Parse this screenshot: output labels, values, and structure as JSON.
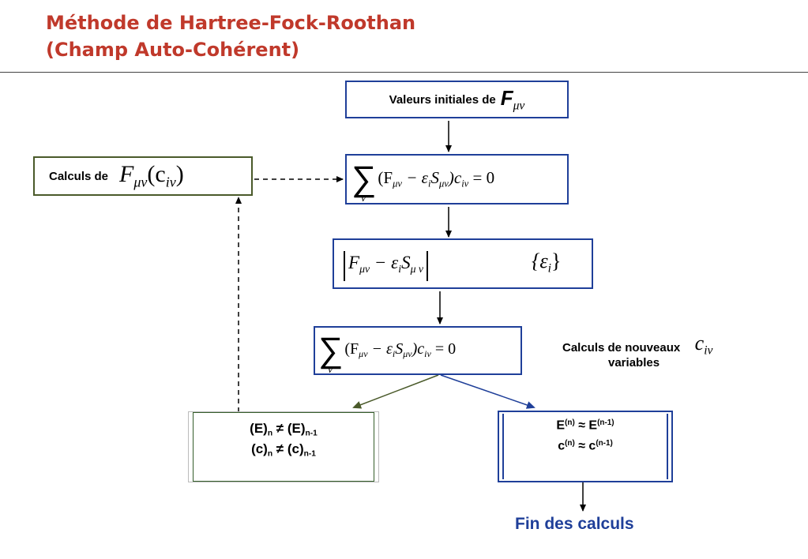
{
  "title": {
    "line1": "Méthode de Hartree-Fock-Roothan",
    "line2": "(Champ Auto-Cohérent)"
  },
  "boxes": {
    "initial_label": "Valeurs initiales de",
    "initial_symbol": "F",
    "initial_sub": "μν",
    "calc_label": "Calculs de",
    "calc_expr": "F",
    "calc_sub": "μν",
    "calc_arg": "(c",
    "calc_arg_sub": "iν",
    "calc_arg_close": ")",
    "eq1": "(F",
    "eq_sub_f": "μν",
    "eq_minus": " − ε",
    "eq_sub_i": "i",
    "eq_s": "S",
    "eq_sub_s": "μν",
    "eq_c": ")c",
    "eq_sub_c": "iν",
    "eq_end": " = 0",
    "sum_index": "ν",
    "det_f": "F",
    "det_sub_f": "μν",
    "det_minus": " − ε",
    "det_sub_i": "i",
    "det_s": "S",
    "det_sub_s": "μ ν",
    "eps_open": "{ε",
    "eps_sub": "i",
    "eps_close": "}",
    "new_calc_label": "Calculs de nouveaux",
    "new_calc_symbol": "c",
    "new_calc_sub": "iν",
    "new_calc_label2": "variables",
    "not_conv_e": "(E)",
    "not_conv_e_sub": "n",
    "neq": " ≠ ",
    "not_conv_e2": "(E)",
    "not_conv_e2_sub": "n-1",
    "not_conv_c": "(c)",
    "not_conv_c_sub": "n",
    "not_conv_c2": "(c)",
    "not_conv_c2_sub": "n-1",
    "conv_e": "E",
    "conv_e_sup": "(n)",
    "approx": " ≈ ",
    "conv_e2": "E",
    "conv_e2_sup": "(n-1)",
    "conv_c": "c",
    "conv_c_sup": "(n)",
    "conv_c2": "c",
    "conv_c2_sup": "(n-1)",
    "end_label": "Fin des calculs"
  },
  "colors": {
    "title": "#c0392b",
    "blue_border": "#1f3f99",
    "olive_border": "#4a5a2a",
    "end_text": "#1f3f99"
  }
}
